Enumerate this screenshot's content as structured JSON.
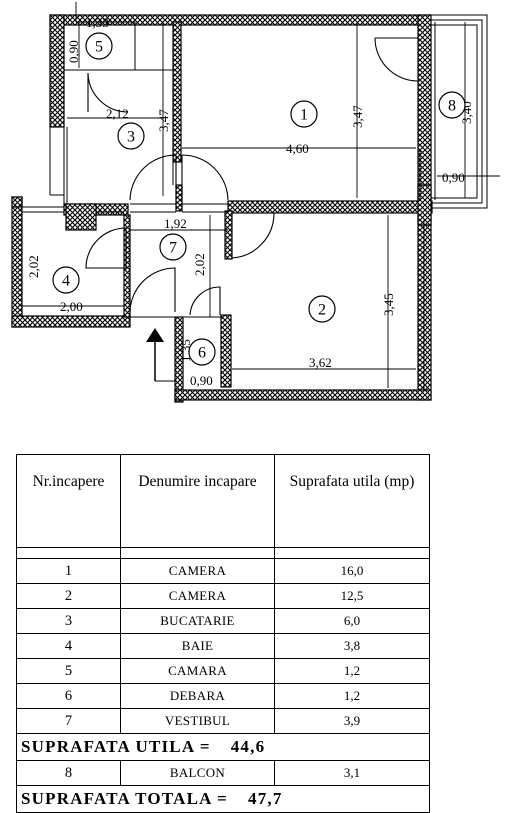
{
  "plan": {
    "dimensions": {
      "d_1_33": "1,33",
      "d_0_90_top": "0,90",
      "d_2_12": "2,12",
      "d_3_47_left": "3,47",
      "d_3_47_room1": "3,47",
      "d_4_60": "4,60",
      "d_3_40": "3,40",
      "d_0_90_balcony": "0,90",
      "d_1_92": "1,92",
      "d_2_02_vest": "2,02",
      "d_2_02_bath": "2,02",
      "d_2_00": "2,00",
      "d_3_45": "3,45",
      "d_3_62": "3,62",
      "d_1_35": "1,35",
      "d_0_90_debara": "0,90"
    },
    "room_numbers": {
      "r1": "1",
      "r2": "2",
      "r3": "3",
      "r4": "4",
      "r5": "5",
      "r6": "6",
      "r7": "7",
      "r8": "8"
    }
  },
  "table": {
    "headers": {
      "nr": "Nr.incapere",
      "name": "Denumire incapare",
      "area": "Suprafata utila (mp)"
    },
    "rows": [
      {
        "nr": "1",
        "name": "CAMERA",
        "area": "16,0"
      },
      {
        "nr": "2",
        "name": "CAMERA",
        "area": "12,5"
      },
      {
        "nr": "3",
        "name": "BUCATARIE",
        "area": "6,0"
      },
      {
        "nr": "4",
        "name": "BAIE",
        "area": "3,8"
      },
      {
        "nr": "5",
        "name": "CAMARA",
        "area": "1,2"
      },
      {
        "nr": "6",
        "name": "DEBARA",
        "area": "1,2"
      },
      {
        "nr": "7",
        "name": "VESTIBUL",
        "area": "3,9"
      }
    ],
    "suprafata_utila": {
      "label": "SUPRAFATA UTILA =",
      "value": "44,6"
    },
    "balcony": {
      "nr": "8",
      "name": "BALCON",
      "area": "3,1"
    },
    "suprafata_totala": {
      "label": "SUPRAFATA TOTALA =",
      "value": "47,7"
    }
  }
}
